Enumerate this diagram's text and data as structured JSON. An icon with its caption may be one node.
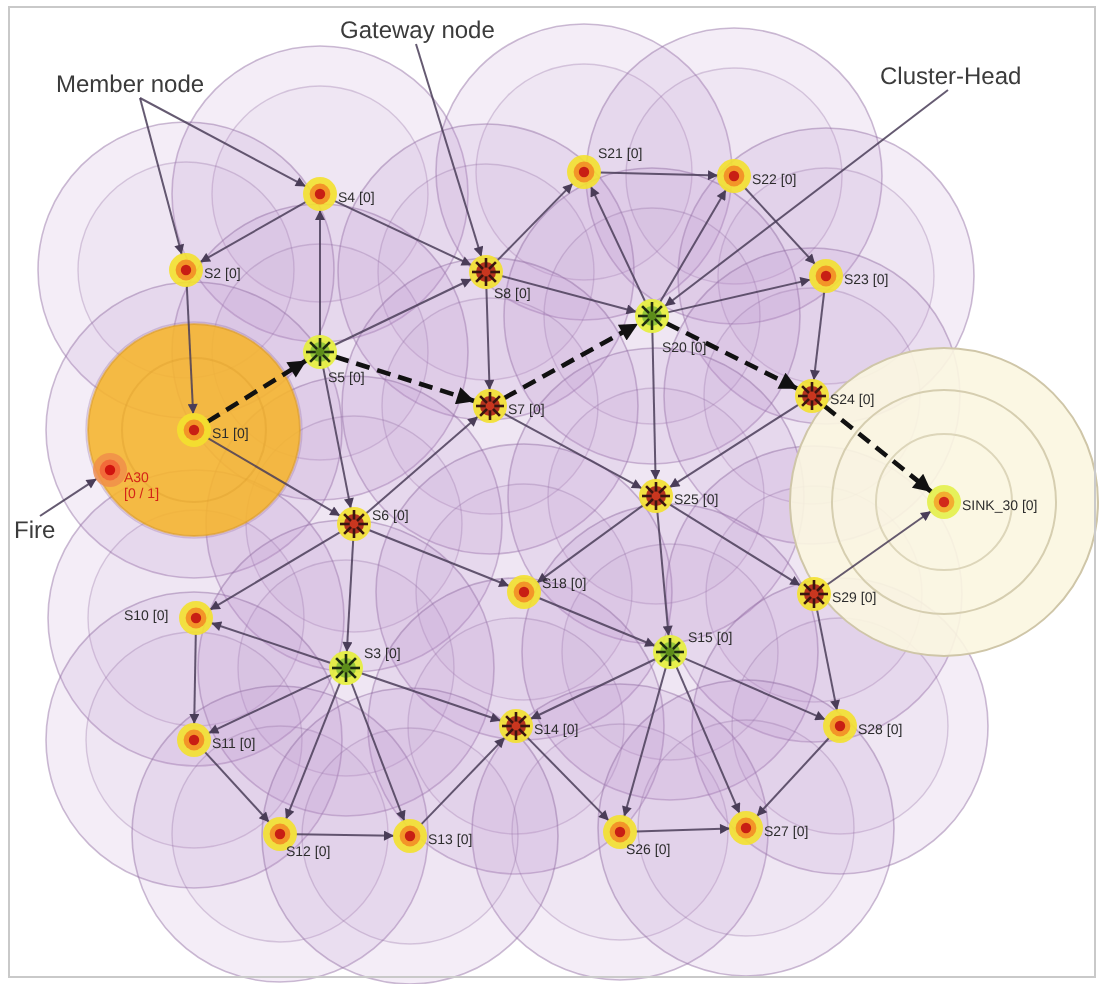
{
  "diagram": {
    "nodes": [
      {
        "text": [
          "Gateway node"
        ]
      },
      {
        "text": [
          "Cluster-Head"
        ]
      },
      {
        "text": [
          "Member node"
        ]
      },
      {
        "text": [],
        "shape": "circle",
        "beside": [
          "S4 [0]"
        ]
      },
      {
        "text": [],
        "shape": "circle",
        "beside": [
          "S21 [0]"
        ]
      },
      {
        "text": [],
        "shape": "circle",
        "beside": [
          "S22 [0]"
        ]
      },
      {
        "text": [],
        "shape": "circle",
        "beside": [
          "S2 [0]"
        ]
      },
      {
        "text": [],
        "shape": "star",
        "beside": [
          "S8 [0]"
        ]
      },
      {
        "text": [],
        "shape": "circle",
        "beside": [
          "S23 [0]"
        ]
      },
      {
        "text": [],
        "shape": "star",
        "beside": [
          "S20 [0]"
        ]
      },
      {
        "text": [],
        "shape": "star",
        "beside": [
          "S5 [0]"
        ]
      },
      {
        "text": [],
        "shape": "star",
        "beside": [
          "S24 [0]"
        ]
      },
      {
        "text": [],
        "shape": "star",
        "beside": [
          "S7 [0]"
        ]
      },
      {
        "text": [],
        "shape": "circle",
        "beside": [
          "S1 [0]"
        ]
      },
      {
        "text": [],
        "shape": "circle",
        "beside": [
          "A30",
          "[0 / 1]"
        ]
      },
      {
        "text": [
          "Fire"
        ]
      },
      {
        "text": [],
        "shape": "star",
        "beside": [
          "S25 [0]"
        ]
      },
      {
        "text": [],
        "shape": "circle",
        "beside": [
          "SINK_30 [0]"
        ]
      },
      {
        "text": [],
        "shape": "star",
        "beside": [
          "S6 [0]"
        ]
      },
      {
        "text": [],
        "shape": "circle",
        "beside": [
          "S10 [0]"
        ]
      },
      {
        "text": [],
        "shape": "circle",
        "beside": [
          "S18 [0]"
        ]
      },
      {
        "text": [],
        "shape": "star",
        "beside": [
          "S29 [0]"
        ]
      },
      {
        "text": [],
        "shape": "star",
        "beside": [
          "S15 [0]"
        ]
      },
      {
        "text": [],
        "shape": "star",
        "beside": [
          "S3 [0]"
        ]
      },
      {
        "text": [],
        "shape": "star",
        "beside": [
          "S14 [0]"
        ]
      },
      {
        "text": [],
        "shape": "circle",
        "beside": [
          "S28 [0]"
        ]
      },
      {
        "text": [],
        "shape": "circle",
        "beside": [
          "S11 [0]"
        ]
      },
      {
        "text": [],
        "shape": "circle",
        "beside": [
          "S12 [0]"
        ]
      },
      {
        "text": [],
        "shape": "circle",
        "beside": [
          "S26 [0]"
        ]
      },
      {
        "text": [],
        "shape": "circle",
        "beside": [
          "S13 [0]"
        ]
      },
      {
        "text": [],
        "shape": "circle",
        "beside": [
          "S27 [0]"
        ]
      }
    ],
    "edges": [
      {
        "from": 2,
        "to": 6,
        "arrow": "to"
      },
      {
        "from": 2,
        "to": 3,
        "arrow": "to"
      },
      {
        "from": 0,
        "to": 7,
        "arrow": "to"
      },
      {
        "from": 1,
        "to": 9,
        "arrow": "to"
      },
      {
        "from": 15,
        "to": 14,
        "arrow": "to"
      },
      {
        "from": 13,
        "to": 10,
        "arrow": "to",
        "style": "dashed",
        "color": "#111111"
      },
      {
        "from": 10,
        "to": 12,
        "arrow": "to",
        "style": "dashed",
        "color": "#111111"
      },
      {
        "from": 12,
        "to": 9,
        "arrow": "to",
        "style": "dashed",
        "color": "#111111"
      },
      {
        "from": 9,
        "to": 11,
        "arrow": "to",
        "style": "dashed",
        "color": "#111111"
      },
      {
        "from": 11,
        "to": 17,
        "arrow": "to",
        "style": "dashed",
        "color": "#111111"
      },
      {
        "from": 10,
        "to": 3,
        "arrow": "to"
      },
      {
        "from": 10,
        "to": 7,
        "arrow": "to"
      },
      {
        "from": 10,
        "to": 18,
        "arrow": "to"
      },
      {
        "from": 3,
        "to": 6,
        "arrow": "to"
      },
      {
        "from": 3,
        "to": 7,
        "arrow": "to"
      },
      {
        "from": 6,
        "to": 13,
        "arrow": "to"
      },
      {
        "from": 13,
        "to": 18,
        "arrow": "to"
      },
      {
        "from": 7,
        "to": 4,
        "arrow": "to"
      },
      {
        "from": 7,
        "to": 12,
        "arrow": "to"
      },
      {
        "from": 7,
        "to": 9,
        "arrow": "to"
      },
      {
        "from": 4,
        "to": 5,
        "arrow": "to"
      },
      {
        "from": 9,
        "to": 4,
        "arrow": "to"
      },
      {
        "from": 9,
        "to": 5,
        "arrow": "to"
      },
      {
        "from": 9,
        "to": 8,
        "arrow": "to"
      },
      {
        "from": 5,
        "to": 8,
        "arrow": "to"
      },
      {
        "from": 8,
        "to": 11,
        "arrow": "to"
      },
      {
        "from": 9,
        "to": 16,
        "arrow": "to"
      },
      {
        "from": 11,
        "to": 16,
        "arrow": "to"
      },
      {
        "from": 18,
        "to": 12,
        "arrow": "to"
      },
      {
        "from": 12,
        "to": 16,
        "arrow": "to"
      },
      {
        "from": 18,
        "to": 19,
        "arrow": "to"
      },
      {
        "from": 18,
        "to": 23,
        "arrow": "to"
      },
      {
        "from": 18,
        "to": 20,
        "arrow": "to"
      },
      {
        "from": 16,
        "to": 20,
        "arrow": "to"
      },
      {
        "from": 16,
        "to": 21,
        "arrow": "to"
      },
      {
        "from": 16,
        "to": 22,
        "arrow": "to"
      },
      {
        "from": 21,
        "to": 17,
        "arrow": "to"
      },
      {
        "from": 21,
        "to": 25,
        "arrow": "to"
      },
      {
        "from": 20,
        "to": 22,
        "arrow": "to"
      },
      {
        "from": 23,
        "to": 19,
        "arrow": "to"
      },
      {
        "from": 23,
        "to": 26,
        "arrow": "to"
      },
      {
        "from": 23,
        "to": 27,
        "arrow": "to"
      },
      {
        "from": 23,
        "to": 29,
        "arrow": "to"
      },
      {
        "from": 23,
        "to": 24,
        "arrow": "to"
      },
      {
        "from": 19,
        "to": 26,
        "arrow": "to"
      },
      {
        "from": 26,
        "to": 27,
        "arrow": "to"
      },
      {
        "from": 27,
        "to": 29,
        "arrow": "to"
      },
      {
        "from": 29,
        "to": 24,
        "arrow": "to"
      },
      {
        "from": 22,
        "to": 24,
        "arrow": "to"
      },
      {
        "from": 24,
        "to": 28,
        "arrow": "to"
      },
      {
        "from": 22,
        "to": 28,
        "arrow": "to"
      },
      {
        "from": 22,
        "to": 30,
        "arrow": "to"
      },
      {
        "from": 22,
        "to": 25,
        "arrow": "to"
      },
      {
        "from": 28,
        "to": 30,
        "arrow": "to"
      },
      {
        "from": 25,
        "to": 30,
        "arrow": "to"
      }
    ]
  }
}
